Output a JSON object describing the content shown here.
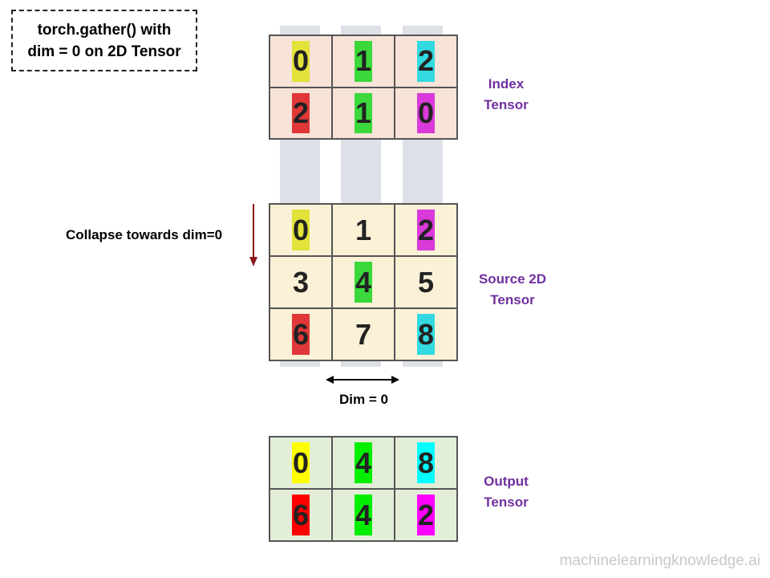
{
  "title": {
    "line1": "torch.gather() with",
    "line2": "dim = 0 on 2D Tensor"
  },
  "index_tensor": {
    "label_line1": "Index",
    "label_line2": "Tensor",
    "bg": "#f8e3d8",
    "rows": [
      [
        "0",
        "1",
        "2"
      ],
      [
        "2",
        "1",
        "0"
      ]
    ],
    "chips": [
      [
        "#e2e23a",
        "#3bd83b",
        "#33d9e0"
      ],
      [
        "#e03838",
        "#3bd83b",
        "#d93ad9"
      ]
    ]
  },
  "source_tensor": {
    "label_line1": "Source 2D",
    "label_line2": "Tensor",
    "bg": "#fbf1d6",
    "rows": [
      [
        "0",
        "1",
        "2"
      ],
      [
        "3",
        "4",
        "5"
      ],
      [
        "6",
        "7",
        "8"
      ]
    ],
    "chips": [
      [
        "#e2e23a",
        "",
        "#d93ad9"
      ],
      [
        "",
        "#3bd83b",
        ""
      ],
      [
        "#e03838",
        "",
        "#33d9e0"
      ]
    ]
  },
  "output_tensor": {
    "label_line1": "Output",
    "label_line2": "Tensor",
    "bg": "#e3eed8",
    "rows": [
      [
        "0",
        "4",
        "8"
      ],
      [
        "6",
        "4",
        "2"
      ]
    ],
    "chips": [
      [
        "#ffff00",
        "#00ee00",
        "#00ffff"
      ],
      [
        "#ff0000",
        "#00ee00",
        "#ff00ff"
      ]
    ]
  },
  "collapse_label": "Collapse towards dim=0",
  "dim_label": "Dim = 0",
  "watermark": "machinelearningknowledge.ai",
  "colors": {
    "label_purple": "#7030a0",
    "arrow_red": "#8b1a1a"
  }
}
